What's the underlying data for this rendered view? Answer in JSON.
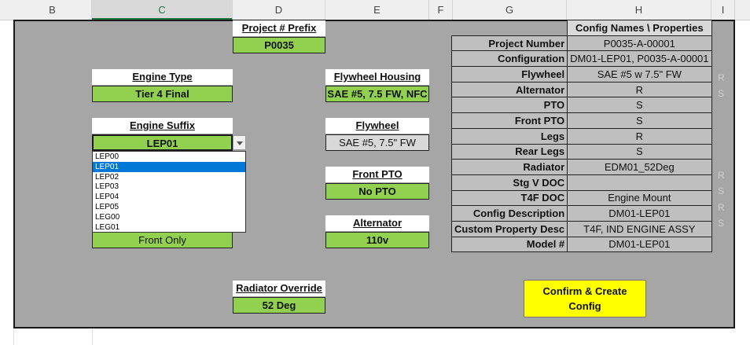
{
  "columns": [
    "B",
    "C",
    "D",
    "E",
    "F",
    "G",
    "H",
    "I"
  ],
  "fields": {
    "project_prefix": {
      "label": "Project # Prefix",
      "value": "P0035"
    },
    "engine_type": {
      "label": "Engine Type",
      "value": "Tier 4 Final"
    },
    "engine_suffix": {
      "label": "Engine Suffix",
      "value": "LEP01",
      "options": [
        "LEP00",
        "LEP01",
        "LEP02",
        "LEP03",
        "LEP04",
        "LEP05",
        "LEG00",
        "LEG01"
      ]
    },
    "legs_value": "Front Only",
    "flywheel_housing": {
      "label": "Flywheel Housing",
      "value": "SAE #5, 7.5 FW, NFC"
    },
    "flywheel": {
      "label": "Flywheel",
      "value": "SAE #5, 7.5\" FW"
    },
    "front_pto": {
      "label": "Front PTO",
      "value": "No PTO"
    },
    "alternator": {
      "label": "Alternator",
      "value": "110v"
    },
    "radiator_override": {
      "label": "Radiator Override",
      "value": "52 Deg"
    }
  },
  "config_table": {
    "header": "Config Names \\ Properties",
    "rows": [
      {
        "k": "Project Number",
        "v": "P0035-A-00001"
      },
      {
        "k": "Configuration",
        "v": "DM01-LEP01, P0035-A-00001"
      },
      {
        "k": "Flywheel",
        "v": "SAE #5 w 7.5\" FW"
      },
      {
        "k": "Alternator",
        "v": "R"
      },
      {
        "k": "PTO",
        "v": "S"
      },
      {
        "k": "Front PTO",
        "v": "S"
      },
      {
        "k": "Legs",
        "v": "R"
      },
      {
        "k": "Rear Legs",
        "v": "S"
      },
      {
        "k": "Radiator",
        "v": "EDM01_52Deg"
      },
      {
        "k": "Stg V DOC",
        "v": ""
      },
      {
        "k": "T4F DOC",
        "v": "Engine Mount"
      },
      {
        "k": "Config Description",
        "v": "DM01-LEP01"
      },
      {
        "k": "Custom Property Desc",
        "v": "T4F, IND ENGINE ASSY"
      },
      {
        "k": "Model #",
        "v": "DM01-LEP01"
      }
    ],
    "side_letters": [
      "R",
      "S",
      "",
      "",
      "",
      "",
      "",
      "",
      "R",
      "S",
      "R",
      "S"
    ]
  },
  "confirm_button": "Confirm & Create Config"
}
